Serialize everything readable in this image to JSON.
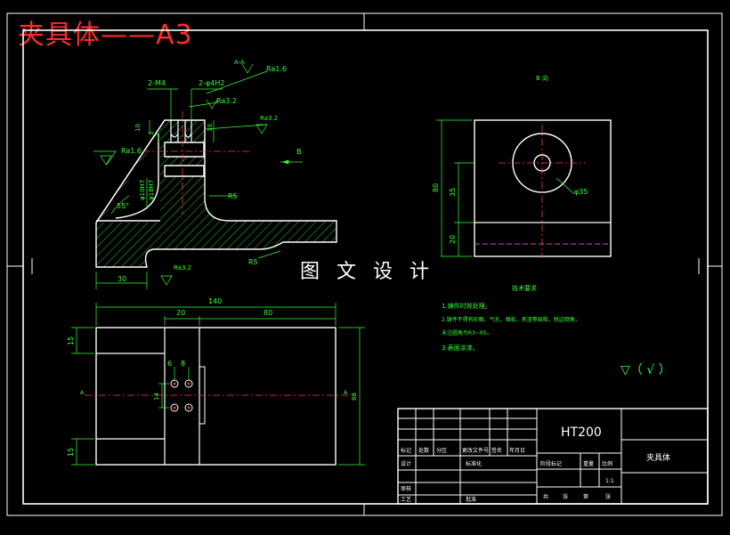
{
  "sheet": {
    "title": "夹具体——A3",
    "watermark": "图 文 设 计"
  },
  "colors": {
    "background": "#000000",
    "outline": "#ffffff",
    "dimension": "#33ff33",
    "centerline": "#ff3b3b",
    "hidden": "#cc44cc",
    "title_red": "#ff2a2a"
  },
  "views": {
    "section_label": "A-A",
    "view_b_label": "B 向",
    "arrow_b": "B",
    "arrow_a": "A"
  },
  "dims_section": {
    "m4": "2-M4",
    "hole": "2-φ4H2",
    "ra16_top": "Ra1.6",
    "ra32_a": "Ra3.2",
    "ra32_b": "Ra3.2",
    "ra16_left": "Ra1.6",
    "d10a": "10",
    "d10b": "10",
    "d3": "3",
    "phi_hole": "φ10H7",
    "phi_bore": "φ18H7",
    "angle": "55°",
    "r5a": "R5",
    "r5b": "R5",
    "ra32_bottom": "Ra3.2",
    "d30": "30"
  },
  "dims_view_b": {
    "h80": "80",
    "h35": "35",
    "h20": "20",
    "phi35": "φ35"
  },
  "dims_plan": {
    "w140": "140",
    "w20": "20",
    "w80": "80",
    "h15a": "15",
    "h15b": "15",
    "d6": "6",
    "d8": "8",
    "d14": "14",
    "h88": "88"
  },
  "tech_req": {
    "title": "技术要求",
    "items": [
      "1.铸件时效处理。",
      "2.铸件不得有砂眼、气孔、缩松、夹渣等缺陷，锐边倒角，",
      "未注圆角为R3~R5。",
      "3.表面涂漆。"
    ]
  },
  "roughness_note": "▽（ √ ）",
  "title_block": {
    "material": "HT200",
    "part_name": "夹具体",
    "r1": [
      "标记",
      "处数",
      "分区",
      "更改文件号",
      "签名",
      "年月日"
    ],
    "design": "设计",
    "std": "标准化",
    "stage_mark": "阶段标记",
    "weight": "重量",
    "scale": "比例",
    "scale_val": "1:1",
    "check": "审核",
    "process": "工艺",
    "approve": "批准",
    "sheets": [
      "共",
      "张",
      "第",
      "张"
    ]
  }
}
